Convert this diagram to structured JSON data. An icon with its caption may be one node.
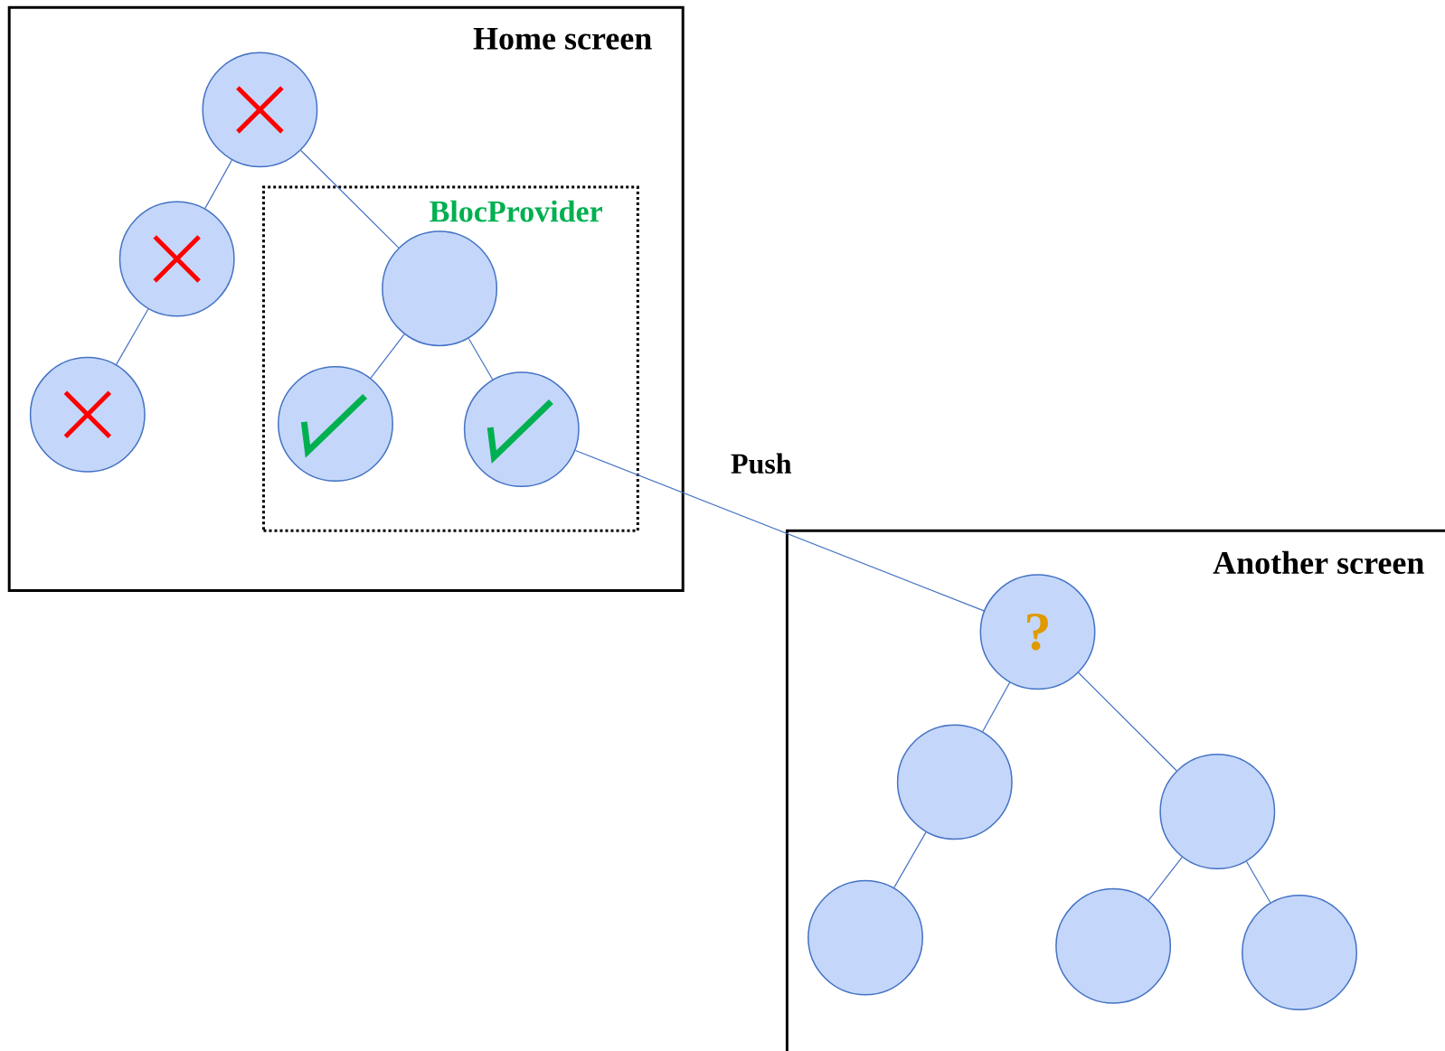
{
  "diagram": {
    "nodes": [
      {
        "text": [
          "Home screen"
        ]
      },
      {
        "text": [
          "BlocProvider"
        ],
        "in": 0
      },
      {
        "text": [],
        "shape": "circle",
        "in": 0
      },
      {
        "text": [],
        "shape": "circle",
        "in": 0
      },
      {
        "text": [],
        "shape": "circle",
        "in": 0
      },
      {
        "text": [],
        "shape": "circle",
        "in": 1
      },
      {
        "text": [],
        "shape": "circle",
        "in": 1
      },
      {
        "text": [],
        "shape": "circle",
        "in": 1
      },
      {
        "text": [
          "Another screen"
        ]
      },
      {
        "text": [
          "?"
        ],
        "in": 8
      },
      {
        "text": [],
        "shape": "circle",
        "in": 8
      },
      {
        "text": [],
        "shape": "circle",
        "in": 8
      },
      {
        "text": [],
        "shape": "circle",
        "in": 8
      },
      {
        "text": [],
        "shape": "circle",
        "in": 8
      },
      {
        "text": [],
        "shape": "circle",
        "in": 8
      }
    ],
    "edges": [
      {
        "from": 2,
        "to": 3,
        "arrow": "none"
      },
      {
        "from": 3,
        "to": 4,
        "arrow": "none"
      },
      {
        "from": 2,
        "to": 5,
        "arrow": "none"
      },
      {
        "from": 5,
        "to": 6,
        "arrow": "none"
      },
      {
        "from": 5,
        "to": 7,
        "arrow": "none"
      },
      {
        "from": 7,
        "to": 9,
        "arrow": "none",
        "label": "Push"
      },
      {
        "from": 9,
        "to": 10,
        "arrow": "none"
      },
      {
        "from": 10,
        "to": 12,
        "arrow": "none"
      },
      {
        "from": 9,
        "to": 11,
        "arrow": "none"
      },
      {
        "from": 11,
        "to": 13,
        "arrow": "none"
      },
      {
        "from": 11,
        "to": 14,
        "arrow": "none"
      }
    ]
  }
}
